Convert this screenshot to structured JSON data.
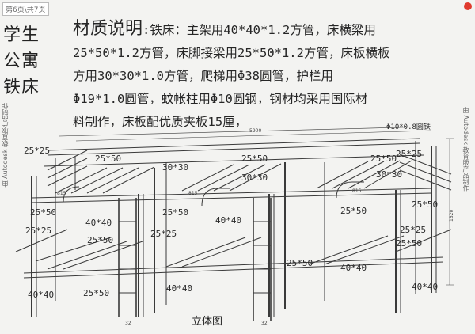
{
  "page_tag": "第6页\\共7页",
  "side_title": [
    "学生",
    "公寓",
    "铁床"
  ],
  "spec": {
    "title": "材质说明",
    "lines": [
      ":铁床：主架用40*40*1.2方管，床横梁用",
      "25*50*1.2方管，床脚接梁用25*50*1.2方管，床板横板",
      "方用30*30*1.0方管，爬梯用Φ38圆管，护栏用",
      "Φ19*1.0圆管，蚊帐柱用Φ10圆钢，钢材均采用国际材",
      "料制作，床板配优质夹板15厘，"
    ]
  },
  "watermark": "由 Autodesk 教育版产品制作",
  "labels": {
    "rod": "Φ10*0.8圆铁",
    "total_len": "5900",
    "height": "1820",
    "d25x25": "25*25",
    "d25x50": "25*50",
    "d30x30": "30*30",
    "d40x40": "40*40",
    "d815": "815",
    "d32": "32",
    "caption": "立体图"
  },
  "colors": {
    "line": "#3a3a3a",
    "accent": "#e03a2e"
  }
}
